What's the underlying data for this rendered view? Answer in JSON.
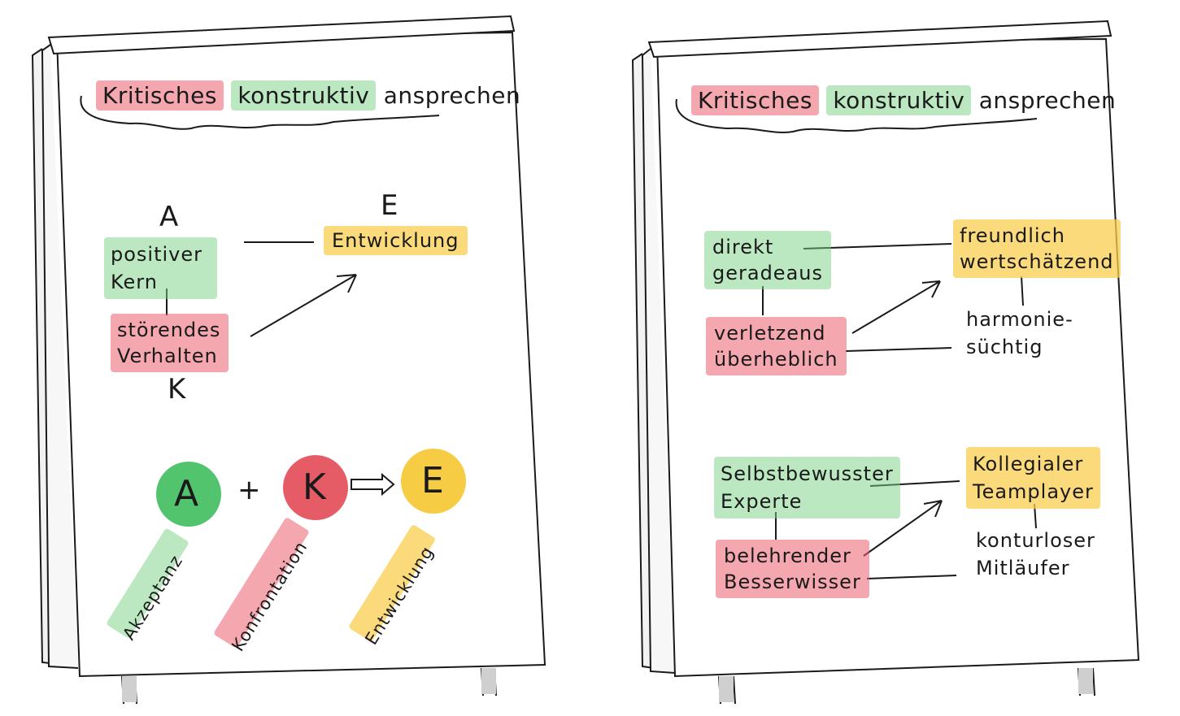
{
  "left_chart": {
    "title": {
      "word1": "Kritisches",
      "word2": "konstruktiv",
      "word3": "ansprechen"
    },
    "letter_a": "A",
    "letter_e": "E",
    "letter_k": "K",
    "positive_box": {
      "line1": "positiver",
      "line2": "Kern"
    },
    "disturbing_box": {
      "line1": "störendes",
      "line2": "Verhalten"
    },
    "development": "Entwicklung",
    "formula": {
      "a": "A",
      "plus": "+",
      "k": "K",
      "e": "E"
    },
    "labels": {
      "acceptance": "Akzeptanz",
      "confrontation": "Konfrontation",
      "development": "Entwicklung"
    }
  },
  "right_chart": {
    "title": {
      "word1": "Kritisches",
      "word2": "konstruktiv",
      "word3": "ansprechen"
    },
    "group1": {
      "green": {
        "line1": "direkt",
        "line2": "geradeaus"
      },
      "red": {
        "line1": "verletzend",
        "line2": "überheblich"
      },
      "yellow": {
        "line1": "freundlich",
        "line2": "wertschätzend"
      },
      "plain": {
        "line1": "harmonie-",
        "line2": "süchtig"
      }
    },
    "group2": {
      "green": {
        "line1": "Selbstbewusster",
        "line2": "Experte"
      },
      "red": {
        "line1": "belehrender",
        "line2": "Besserwisser"
      },
      "yellow": {
        "line1": "Kollegialer",
        "line2": "Teamplayer"
      },
      "plain": {
        "line1": "konturloser",
        "line2": "Mitläufer"
      }
    }
  },
  "colors": {
    "red": "#eb5f6e",
    "green": "#78d282",
    "yellow": "#facd50",
    "ink": "#1a1a1a",
    "paper": "#ffffff"
  }
}
